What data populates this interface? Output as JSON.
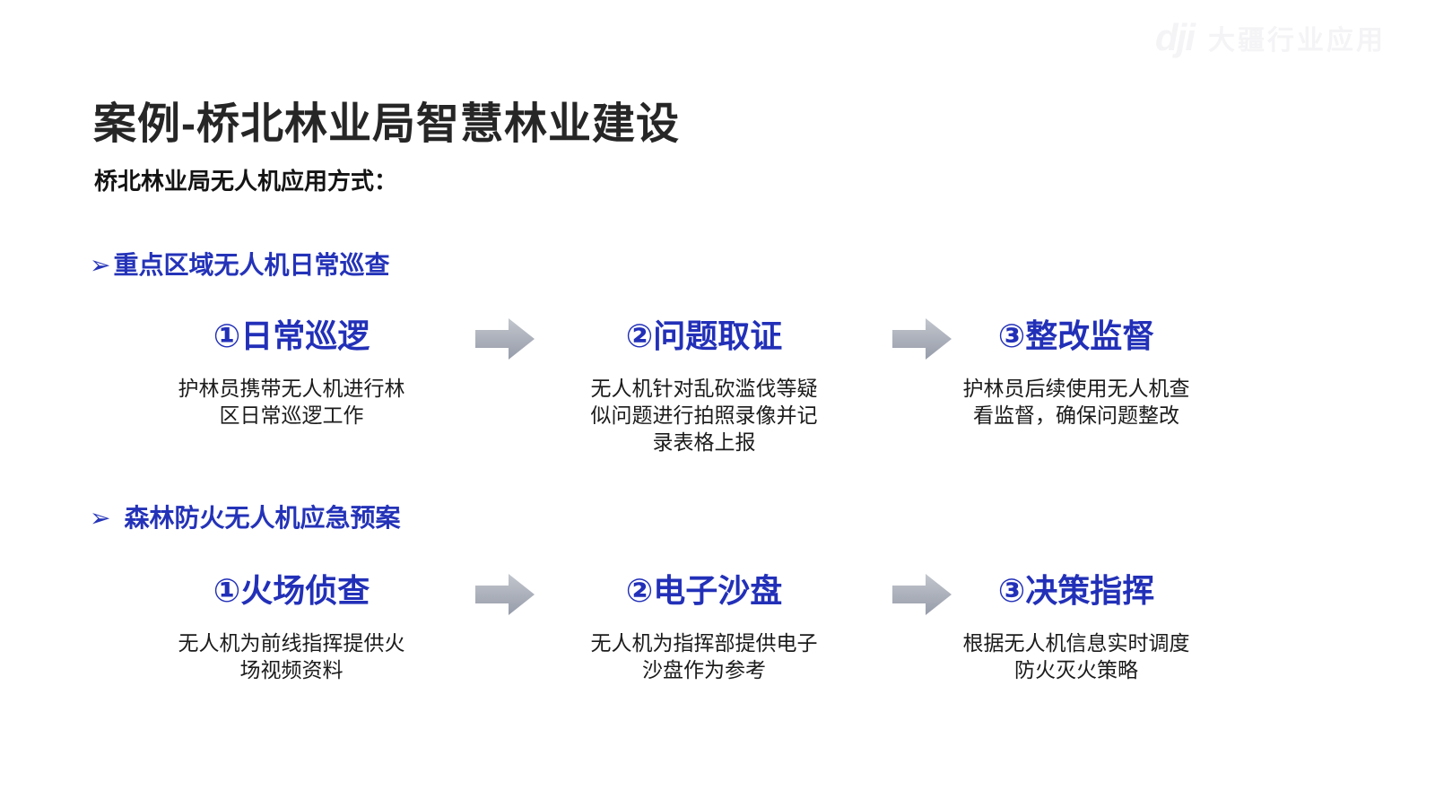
{
  "title": "案例-桥北林业局智慧林业建设",
  "subtitle": "桥北林业局无人机应用方式：",
  "watermark": {
    "logo": "dji",
    "text": "大疆行业应用"
  },
  "colors": {
    "accent_blue": "#2433b8",
    "step_title_blue": "#2230b8",
    "arrow_gray_light": "#c2c6cd",
    "arrow_gray_dark": "#969caa",
    "body_text": "#1b1b1b"
  },
  "sections": [
    {
      "bullet": "➢",
      "heading": "重点区域无人机日常巡查",
      "steps": [
        {
          "title": "①日常巡逻",
          "desc": "护林员携带无人机进行林区日常巡逻工作"
        },
        {
          "title": "②问题取证",
          "desc": "无人机针对乱砍滥伐等疑似问题进行拍照录像并记录表格上报"
        },
        {
          "title": "③整改监督",
          "desc": "护林员后续使用无人机查看监督，确保问题整改"
        }
      ]
    },
    {
      "bullet": "➢",
      "heading": "森林防火无人机应急预案",
      "steps": [
        {
          "title": "①火场侦查",
          "desc": "无人机为前线指挥提供火场视频资料"
        },
        {
          "title": "②电子沙盘",
          "desc": "无人机为指挥部提供电子沙盘作为参考"
        },
        {
          "title": "③决策指挥",
          "desc": "根据无人机信息实时调度防火灭火策略"
        }
      ]
    }
  ]
}
